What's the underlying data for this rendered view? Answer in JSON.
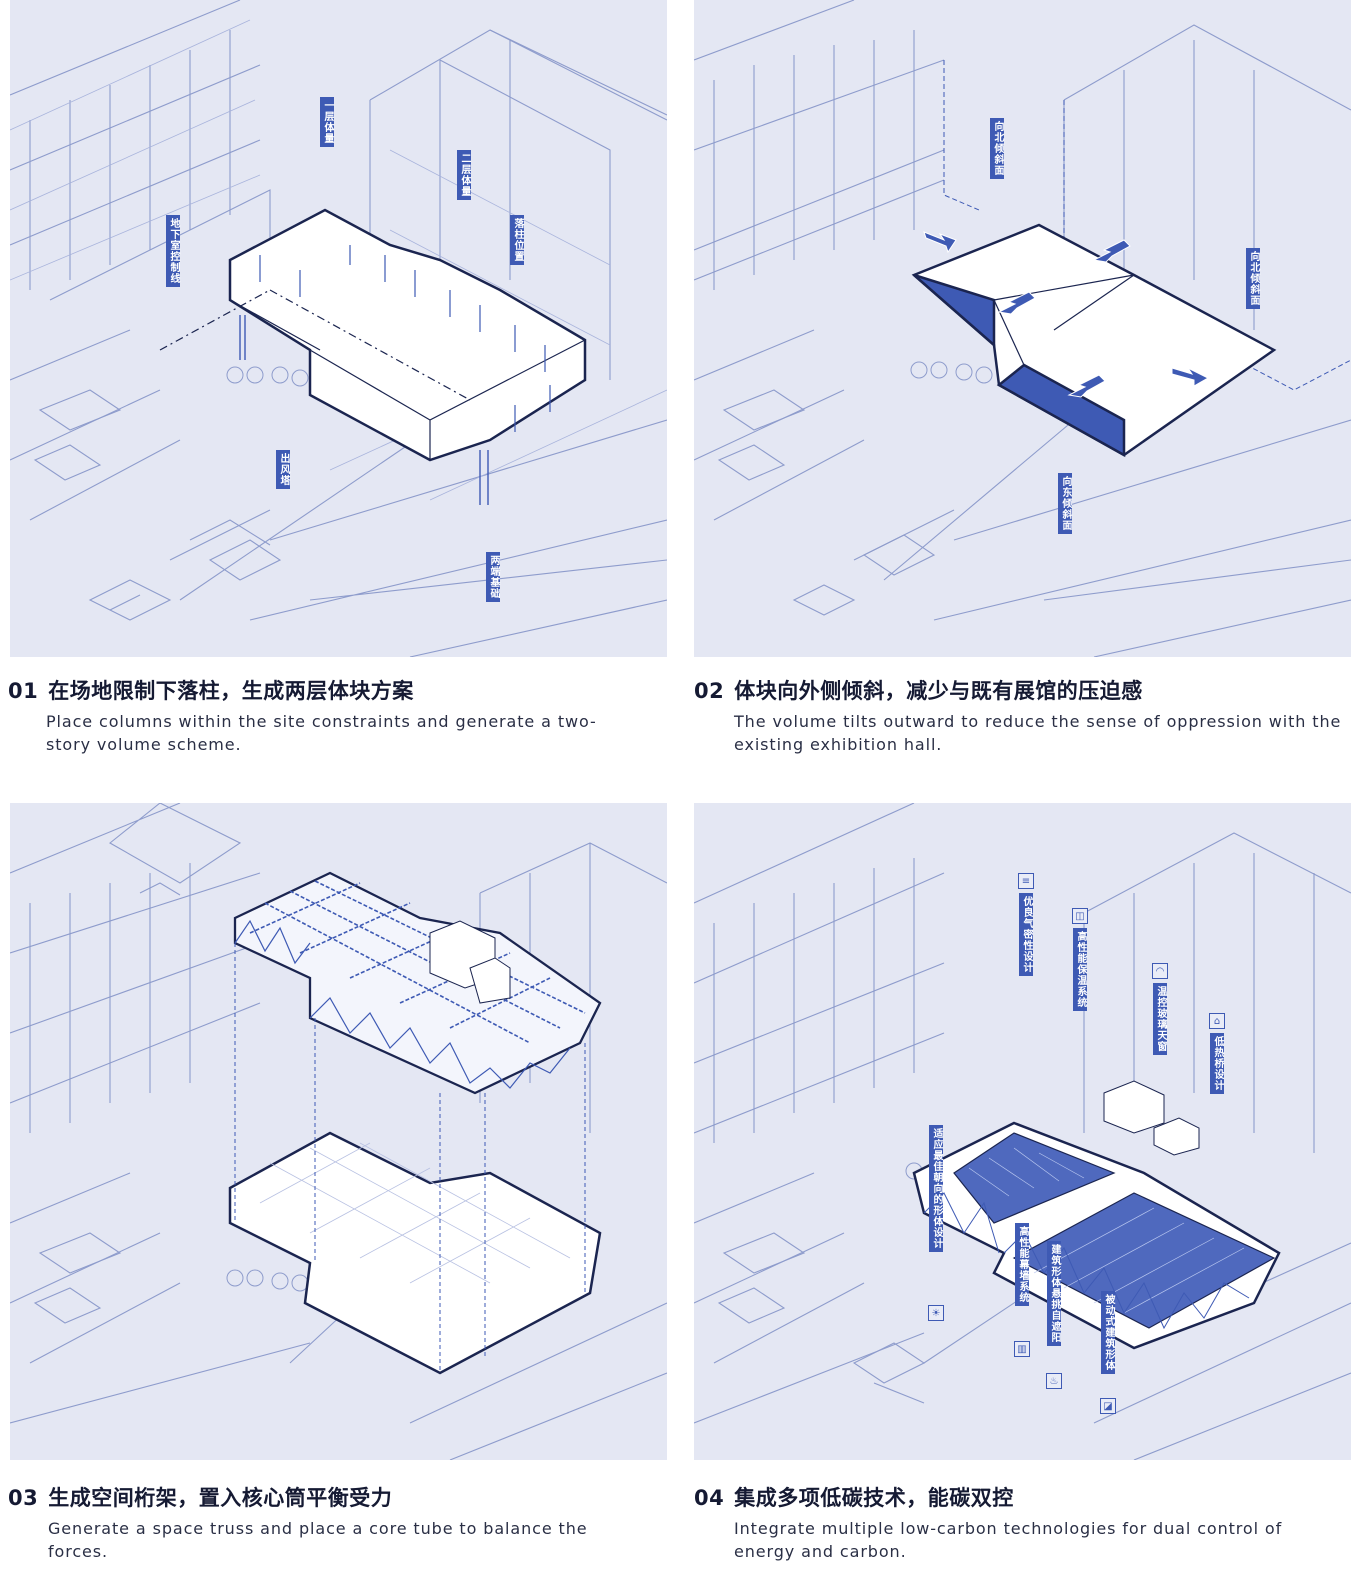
{
  "panels": [
    {
      "number": "01",
      "title": "在场地限制下落柱，生成两层体块方案",
      "description": "Place columns within the site constraints and generate a two-story volume scheme.",
      "labels": [
        "一层体量",
        "二层体量",
        "地下室控制线",
        "落柱位置",
        "出风塔",
        "两端基础"
      ]
    },
    {
      "number": "02",
      "title": "体块向外侧倾斜，减少与既有展馆的压迫感",
      "description": "The volume tilts outward to reduce the sense of oppression with the existing exhibition hall.",
      "labels": [
        "向北倾斜面",
        "向北倾斜面",
        "向东倾斜面"
      ]
    },
    {
      "number": "03",
      "title": "生成空间桁架，置入核心筒平衡受力",
      "description": "Generate a space truss and place a core tube to balance the forces.",
      "labels": []
    },
    {
      "number": "04",
      "title": "集成多项低碳技术，能碳双控",
      "description": "Integrate multiple low-carbon technologies for dual control of energy and carbon.",
      "labels": [
        "优良气密性设计",
        "高性能保温系统",
        "温控玻璃天窗",
        "低热桥设计",
        "适应最佳朝向的形体设计",
        "高性能幕墙系统",
        "建筑形体悬挑自遮阳",
        "被动式建筑形体"
      ]
    }
  ],
  "icons": {
    "airtight": "airtight-icon",
    "insulation": "insulation-icon",
    "skylight": "skylight-icon",
    "thermal_bridge": "house-icon",
    "orientation": "sun-icon",
    "curtain_wall": "curtain-wall-icon",
    "shading": "thermometer-icon",
    "passive": "passive-form-icon"
  },
  "colors": {
    "background": "#e4e7f3",
    "accent": "#3e5ab4",
    "line": "#8e9ccc",
    "outline": "#1b2550"
  }
}
